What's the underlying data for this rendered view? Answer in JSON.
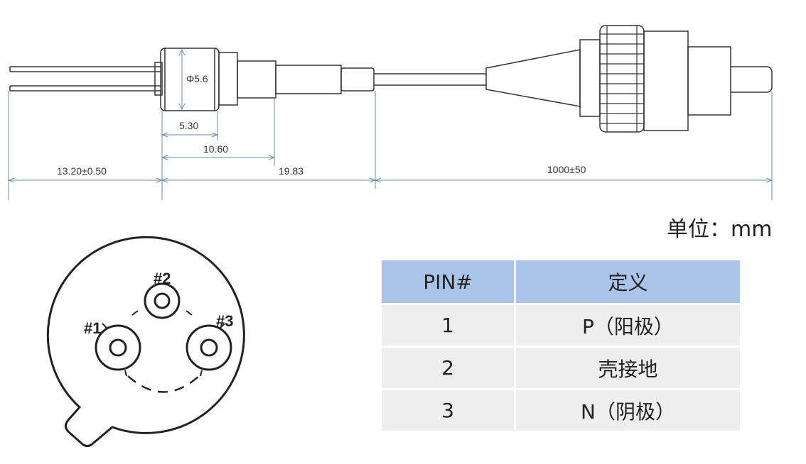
{
  "dimensions": {
    "diameter": "Φ5.6",
    "dim_5_30": "5.30",
    "dim_10_60": "10.60",
    "dim_13_20": "13.20±0.50",
    "dim_19_83": "19.83",
    "dim_1000": "1000±50"
  },
  "unit_label": "单位：mm",
  "pin_labels": {
    "pin1": "#1",
    "pin2": "#2",
    "pin3": "#3"
  },
  "pin_table": {
    "headers": [
      "PIN#",
      "定义"
    ],
    "rows": [
      [
        "1",
        "P（阳极）"
      ],
      [
        "2",
        "壳接地"
      ],
      [
        "3",
        "N（阴极）"
      ]
    ]
  },
  "colors": {
    "header_bg": "#a9c4e8",
    "row_bg": "#eeeeee",
    "dim_line": "#6a8fb0"
  }
}
